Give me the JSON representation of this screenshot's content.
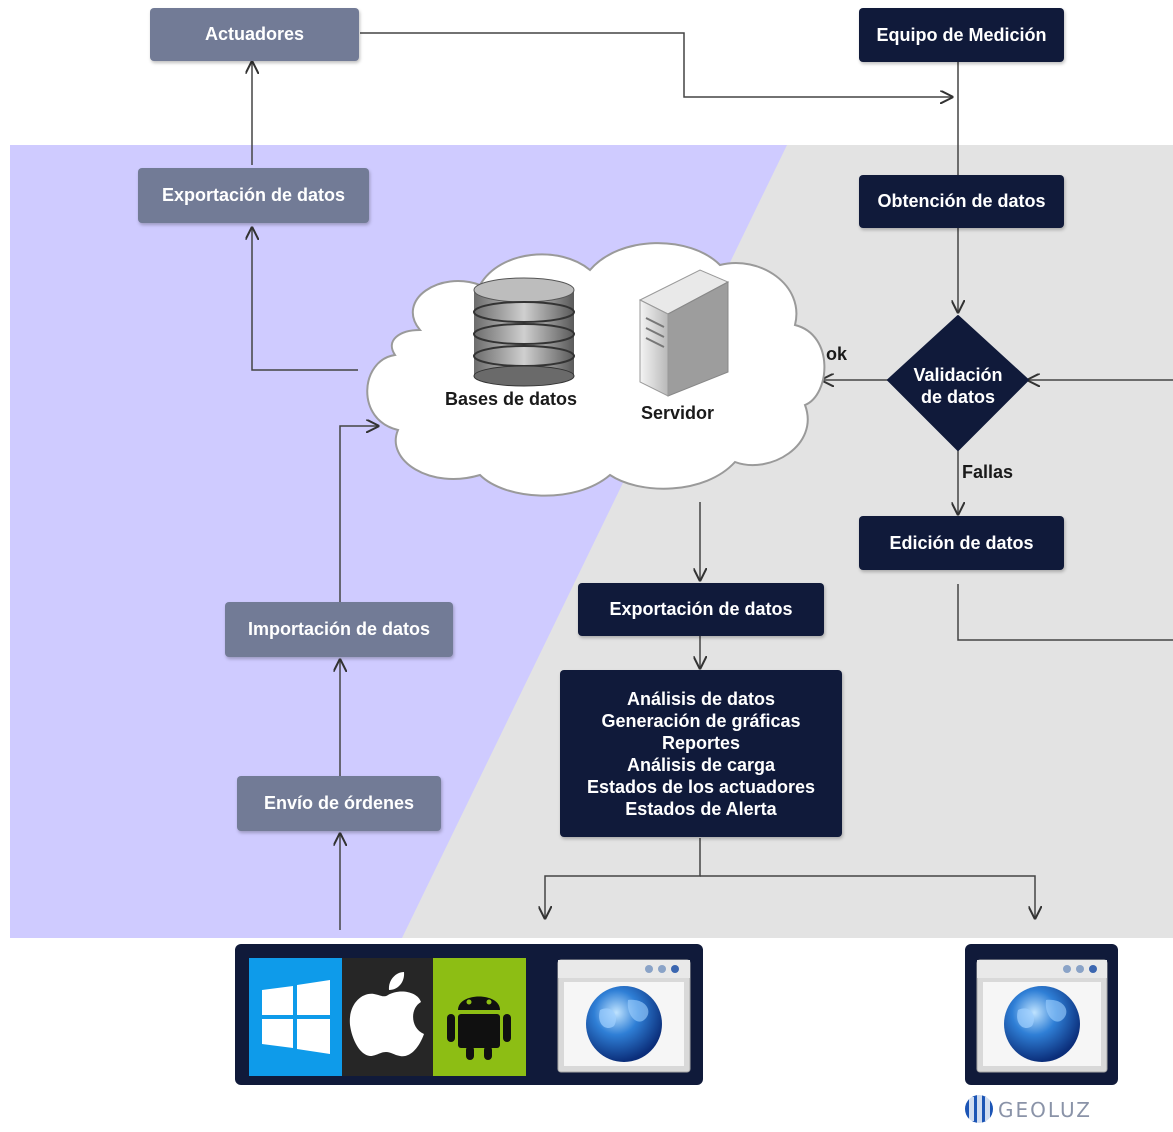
{
  "nodes": {
    "actuadores": "Actuadores",
    "equipo_medicion": "Equipo de Medición",
    "exportacion_left": "Exportación de datos",
    "obtencion": "Obtención de datos",
    "validacion_line1": "Validación",
    "validacion_line2": "de datos",
    "edicion": "Edición de datos",
    "exportacion_center": "Exportación de datos",
    "importacion": "Importación de datos",
    "envio": "Envío de órdenes",
    "analysis_lines": [
      "Análisis de datos",
      "Generación de gráficas",
      "Reportes",
      "Análisis de carga",
      "Estados de los actuadores",
      "Estados de Alerta"
    ]
  },
  "cloud": {
    "bases": "Bases de datos",
    "servidor": "Servidor"
  },
  "edge_labels": {
    "ok": "ok",
    "fallas": "Fallas"
  },
  "brand": {
    "logo_text": "GEOLUZ"
  },
  "platforms": [
    "windows-icon",
    "apple-icon",
    "android-icon",
    "browser-icon"
  ],
  "colors": {
    "dark_node": "#101a3a",
    "slate_node": "#727b96",
    "lavender_region": "#cfcbff",
    "gray_region": "#e3e3e3"
  }
}
